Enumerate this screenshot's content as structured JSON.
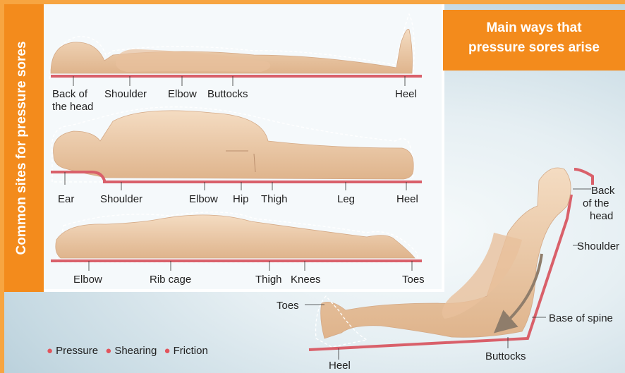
{
  "sidebar_title": "Common sites for pressure sores",
  "title": {
    "line1": "Main ways that",
    "line2": "pressure sores arise"
  },
  "figure1": [
    "Back of",
    "the head",
    "Shoulder",
    "Elbow",
    "Buttocks",
    "Heel"
  ],
  "figure2": [
    "Ear",
    "Shoulder",
    "Elbow",
    "Hip",
    "Thigh",
    "Leg",
    "Heel"
  ],
  "figure3": [
    "Elbow",
    "Rib cage",
    "Thigh",
    "Knees",
    "Toes"
  ],
  "sitting": {
    "back_head": [
      "Back",
      "of the",
      "head"
    ],
    "shoulder": "Shoulder",
    "base_spine": "Base of spine",
    "buttocks": "Buttocks",
    "heel": "Heel",
    "toes": "Toes"
  },
  "legend": [
    "Pressure",
    "Shearing",
    "Friction"
  ],
  "colors": {
    "orange": "#f38b1c",
    "border": "#f7a541",
    "skin": "#ecc9a6",
    "pressure_line": "#d9606a"
  }
}
